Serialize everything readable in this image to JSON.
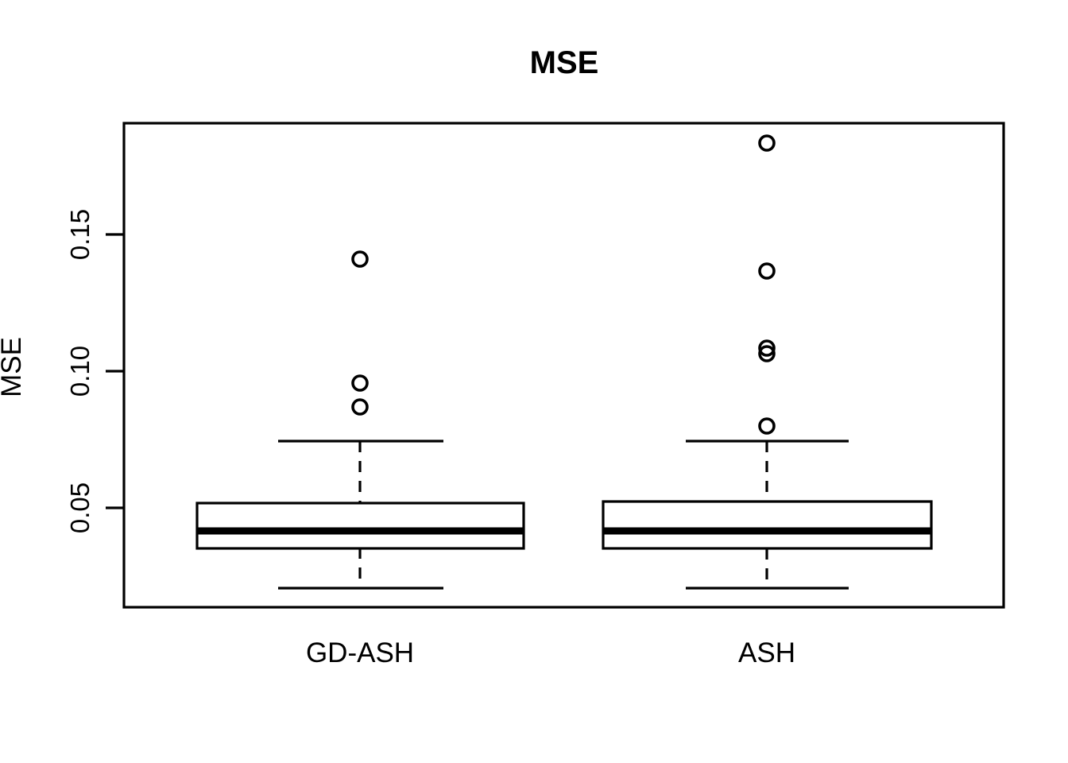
{
  "chart_data": {
    "type": "box",
    "title": "MSE",
    "xlabel": "",
    "ylabel": "MSE",
    "categories": [
      "GD-ASH",
      "ASH"
    ],
    "ytick_labels": [
      "0.05",
      "0.10",
      "0.15"
    ],
    "ytick_values": [
      0.05,
      0.1,
      0.15
    ],
    "ylim": [
      0.0155,
      0.1935
    ],
    "grid": false,
    "legend": "none",
    "series": [
      {
        "name": "GD-ASH",
        "whisker_low": 0.0285,
        "q1": 0.0354,
        "median": 0.0415,
        "q3": 0.0504,
        "whisker_high": 0.0746,
        "outliers": [
          0.0867,
          0.0955,
          0.1409
        ]
      },
      {
        "name": "ASH",
        "whisker_low": 0.0285,
        "q1": 0.0355,
        "median": 0.0415,
        "q3": 0.0508,
        "whisker_high": 0.0744,
        "outliers": [
          0.08,
          0.1047,
          0.1067,
          0.1366,
          0.1834
        ]
      }
    ]
  },
  "figure": {
    "title": "MSE",
    "y_axis_title": "MSE",
    "tick_0": "0.05",
    "tick_1": "0.10",
    "tick_2": "0.15",
    "group_0": "GD-ASH",
    "group_1": "ASH",
    "stroke_color": "#000000",
    "background_color": "#ffffff"
  }
}
